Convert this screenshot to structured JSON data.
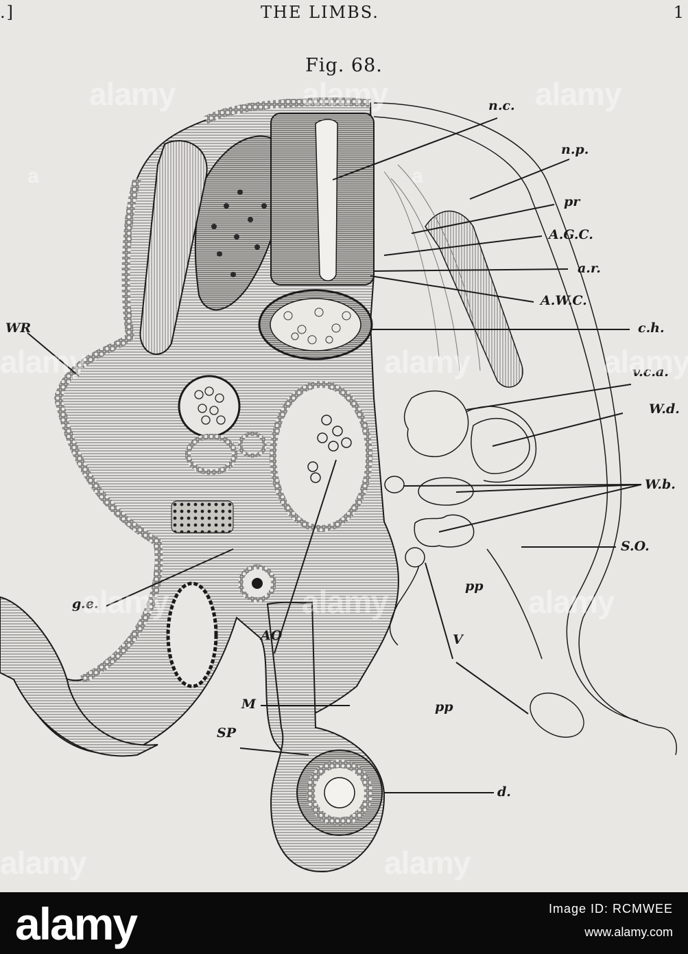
{
  "header": {
    "left": ".]",
    "center": "THE LIMBS.",
    "right": "1"
  },
  "figure": {
    "title": "Fig. 68."
  },
  "labels": {
    "nc": "n.c.",
    "np": "n.p.",
    "pr": "pr",
    "agc": "A.G.C.",
    "ar": "a.r.",
    "awc": "A.W.C.",
    "ch": "c.h.",
    "wr": "WR",
    "vca": "v.c.a.",
    "wd": "W.d.",
    "wb": "W.b.",
    "so": "S.O.",
    "pp1": "pp",
    "pp2": "pp",
    "ge": "g.e.",
    "ao": "AO",
    "v": "V",
    "m": "M",
    "sp": "SP",
    "d": "d."
  },
  "watermark": {
    "text": "alamy",
    "small": "a"
  },
  "footer": {
    "logo": "alamy",
    "image_id": "Image ID: RCMWEE",
    "url": "www.alamy.com"
  },
  "colors": {
    "paper": "#e9e7e3",
    "ink": "#1b1b1b",
    "footer": "#0a0a0a"
  }
}
